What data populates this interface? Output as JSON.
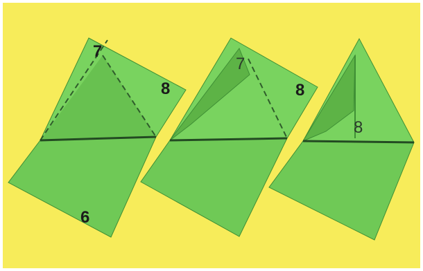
{
  "photo": {
    "background_color": "#f7ec5a",
    "paper_color": "#6fc956",
    "paper_shadow_color": "#4fa93c",
    "fold_line_color": "#2f5d2b"
  },
  "steps": [
    {
      "panel": "left",
      "labels": {
        "top": "7",
        "right": "8",
        "bottom": "6"
      }
    },
    {
      "panel": "middle",
      "labels": {
        "top": "7",
        "right": "8"
      }
    },
    {
      "panel": "right",
      "labels": {
        "center": "8"
      }
    }
  ]
}
